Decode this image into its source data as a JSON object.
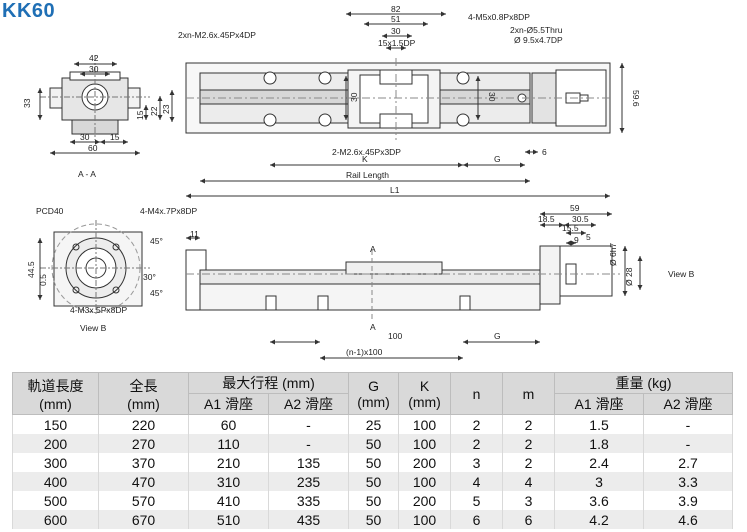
{
  "title": "KK60",
  "drawing": {
    "dims": {
      "top_82": "82",
      "top_51": "51",
      "top_30": "30",
      "top_15x15": "15x1.5DP",
      "tap_left": "2xn-M2.6x.45Px4DP",
      "tap_right1": "4-M5x0.8Px8DP",
      "tap_right2": "2xn-Ø5.5Thru",
      "tap_right3": "Ø 9.5x4.7DP",
      "v30_left": "30",
      "v30_right": "30",
      "v59_6": "59.6",
      "tap_bottom": "2-M2.6x.45Px3DP",
      "K": "K",
      "G": "G",
      "d6": "6",
      "rail_length": "Rail Length",
      "L1": "L1",
      "aa_42": "42",
      "aa_30": "30",
      "aa_33": "33",
      "aa_15": "15",
      "aa_22": "22",
      "aa_23": "23",
      "aa_30b": "30",
      "aa_15b": "15",
      "aa_60": "60",
      "aa_label": "A - A",
      "pcd": "PCD40",
      "m4": "4-M4x.7Px8DP",
      "m3": "4-M3x.5Px8DP",
      "deg45": "45°",
      "deg30": "30°",
      "deg45b": "45°",
      "h44_5": "44.5",
      "h0_5": "0.5",
      "view_b": "View B",
      "d11": "11",
      "d59": "59",
      "d18_5": "18.5",
      "d30_5": "30.5",
      "d15_5": "15.5",
      "d5": "5",
      "d9": "9",
      "phi6": "Ø 6h7",
      "phi28": "Ø 28",
      "view_b2": "View B",
      "sec_a": "A",
      "sec_a2": "A",
      "d100": "100",
      "g2": "G",
      "n1x100": "(n-1)x100"
    }
  },
  "table": {
    "headers": {
      "rail_length": "軌道長度\n(mm)",
      "total_length": "全長\n(mm)",
      "max_stroke": "最大行程 (mm)",
      "g": "G\n(mm)",
      "k": "K\n(mm)",
      "n": "n",
      "m": "m",
      "weight": "重量 (kg)",
      "a1": "A1 滑座",
      "a2": "A2 滑座",
      "w_a1": "A1 滑座",
      "w_a2": "A2 滑座"
    },
    "rows": [
      [
        "150",
        "220",
        "60",
        "-",
        "25",
        "100",
        "2",
        "2",
        "1.5",
        "-"
      ],
      [
        "200",
        "270",
        "110",
        "-",
        "50",
        "100",
        "2",
        "2",
        "1.8",
        "-"
      ],
      [
        "300",
        "370",
        "210",
        "135",
        "50",
        "200",
        "3",
        "2",
        "2.4",
        "2.7"
      ],
      [
        "400",
        "470",
        "310",
        "235",
        "50",
        "100",
        "4",
        "4",
        "3",
        "3.3"
      ],
      [
        "500",
        "570",
        "410",
        "335",
        "50",
        "200",
        "5",
        "3",
        "3.6",
        "3.9"
      ],
      [
        "600",
        "670",
        "510",
        "435",
        "50",
        "100",
        "6",
        "6",
        "4.2",
        "4.6"
      ]
    ]
  }
}
